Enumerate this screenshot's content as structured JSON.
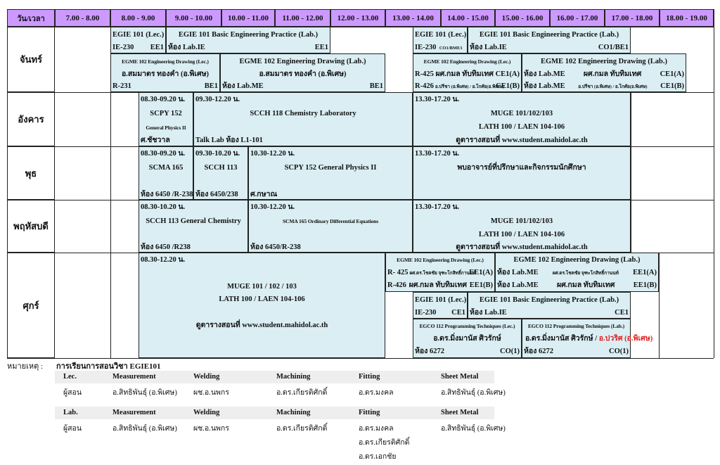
{
  "header": {
    "corner": "วัน/เวลา",
    "times": [
      "7.00 - 8.00",
      "8.00 - 9.00",
      "9.00 - 10.00",
      "10.00 - 11.00",
      "11.00 - 12.00",
      "12.00 - 13.00",
      "13.00 - 14.00",
      "14.00 - 15.00",
      "15.00 - 16.00",
      "16.00 - 17.00",
      "17.00 - 18.00",
      "18.00 - 19.00"
    ]
  },
  "days": [
    "จันทร์",
    "อังคาร",
    "พุธ",
    "พฤหัสบดี",
    "ศุกร์"
  ],
  "colors": {
    "header_bg": "#cc99ff",
    "block_bg": "#daeef3",
    "accent_red": "#e02020"
  },
  "blocks": [
    {
      "id": "mon-egie-lec",
      "lines": [
        {
          "l": "EGIE 101 (Lec.)"
        },
        {
          "l": "IE-230",
          "r": "EE1"
        }
      ]
    },
    {
      "id": "mon-egie-lab",
      "lines": [
        {
          "c": "EGIE 101 Basic Engineering Practice (Lab.)"
        },
        {
          "l": "ห้อง Lab.IE",
          "r": "EE1"
        }
      ]
    },
    {
      "id": "mon-egme-lec",
      "lines": [
        {
          "c": "EGME 102  Engineering Drawing (Lec.)"
        },
        {
          "c": "อ.สมมาตร ทองคำ (อ.พิเศษ)"
        },
        {
          "l": "R-231",
          "r": "BE1"
        }
      ]
    },
    {
      "id": "mon-egme-lab",
      "lines": [
        {
          "c": "EGME 102  Engineering Drawing (Lab.)"
        },
        {
          "c": "อ.สมมาตร ทองคำ (อ.พิเศษ)"
        },
        {
          "l": "ห้อง Lab.ME",
          "r": "BE1"
        }
      ]
    },
    {
      "id": "mon-egie-lec-pm",
      "lines": [
        {
          "l": "EGIE 101 (Lec.)"
        },
        {
          "l": "IE-230",
          "m": "CO1/BME1"
        }
      ]
    },
    {
      "id": "mon-egie-lab-pm",
      "lines": [
        {
          "c": "EGIE 101 Basic Engineering Practice (Lab.)"
        },
        {
          "l": "ห้อง Lab.IE",
          "r": "CO1/BE1"
        }
      ]
    },
    {
      "id": "mon-egme-lec-pm",
      "lines": [
        {
          "c": "EGME 102  Engineering Drawing (Lec.)"
        },
        {
          "l": "R-425",
          "c": "ผศ.กมล ทับทิมเทศ",
          "r": "CE1(A)"
        },
        {
          "l": "R-426",
          "m": "อ.ปรีชา (อ.พิเศษ) / อ.โกศัย(อ.พิเศษ)",
          "r": "CE1(B)"
        }
      ]
    },
    {
      "id": "mon-egme-lab-pm",
      "lines": [
        {
          "c": "EGME 102  Engineering Drawing (Lab.)"
        },
        {
          "l": "ห้อง Lab.ME",
          "c": "ผศ.กมล ทับทิมเทศ",
          "r": "CE1(A)"
        },
        {
          "l": "ห้อง Lab.ME",
          "m": "อ.ปรีชา (อ.พิเศษ) / อ.โกศัย(อ.พิเศษ)",
          "r": "CE1(B)"
        }
      ]
    },
    {
      "id": "tue-scpy",
      "lines": [
        {
          "l": "08.30-09.20 น."
        },
        {
          "c": "SCPY 152"
        },
        {
          "c": "General Physics II"
        },
        {
          "l": "ศ.ชัชวาล"
        }
      ]
    },
    {
      "id": "tue-scch",
      "lines": [
        {
          "l": "09.30-12.20 น."
        },
        {
          "c": "SCCH 118  Chemistry Laboratory"
        },
        {
          "l": "Talk Lab ห้อง L1-101"
        }
      ]
    },
    {
      "id": "tue-muge",
      "lines": [
        {
          "l": "13.30-17.20 น."
        },
        {
          "c": "MUGE 101/102/103"
        },
        {
          "c": "LATH 100 / LAEN 104-106"
        },
        {
          "c": "ดูตารางสอนที่ www.student.mahidol.ac.th"
        }
      ]
    },
    {
      "id": "wed-scma",
      "lines": [
        {
          "l": "08.30-09.20 น."
        },
        {
          "c": "SCMA 165"
        },
        {
          "l": "ห้อง 6450 /R-238"
        }
      ]
    },
    {
      "id": "wed-scch",
      "lines": [
        {
          "l": "09.30-10.20 น."
        },
        {
          "c": "SCCH  113"
        },
        {
          "l": "ห้อง 6450/238"
        }
      ]
    },
    {
      "id": "wed-scpy",
      "lines": [
        {
          "l": "10.30-12.20 น."
        },
        {
          "c": "SCPY 152 General Physics II"
        },
        {
          "l": "ศ.กษาณ"
        }
      ]
    },
    {
      "id": "wed-advisor",
      "lines": [
        {
          "l": "13.30-17.20 น."
        },
        {
          "c": "พบอาจารย์ที่ปรึกษาและกิจกรรมนักศึกษา"
        }
      ]
    },
    {
      "id": "thu-scch",
      "lines": [
        {
          "l": "08.30-10.20 น."
        },
        {
          "c": "SCCH 113 General Chemistry"
        },
        {
          "l": "ห้อง 6450 /R238"
        }
      ]
    },
    {
      "id": "thu-scma",
      "lines": [
        {
          "l": "10.30-12.20 น."
        },
        {
          "c": "SCMA 165 Ordinary Differential Equations"
        },
        {
          "l": "ห้อง 6450/R-238"
        }
      ]
    },
    {
      "id": "thu-muge",
      "lines": [
        {
          "l": "13.30-17.20 น."
        },
        {
          "c": "MUGE 101/102/103"
        },
        {
          "c": "LATH 100 / LAEN 104-106"
        },
        {
          "c": "ดูตารางสอนที่ www.student.mahidol.ac.th"
        }
      ]
    },
    {
      "id": "fri-muge",
      "lines": [
        {
          "l": "08.30-12.20 น."
        },
        {
          "c": "MUGE 101 / 102 / 103"
        },
        {
          "c": "LATH 100 / LAEN 104-106"
        },
        {
          "c": "ดูตารางสอนที่ www.student.mahidol.ac.th"
        }
      ]
    },
    {
      "id": "fri-egme-lec",
      "lines": [
        {
          "c": "EGME 102  Engineering Drawing (Lec.)"
        },
        {
          "l": "R- 425",
          "m": "ผศ.ดร.โชคชัย จุฑะโกสิทธิ์กานนท์",
          "r": "EE1(A)"
        },
        {
          "l": "R-426",
          "c": "ผศ.กมล ทับทิมเทศ",
          "r": "EE1(B)"
        }
      ]
    },
    {
      "id": "fri-egme-lab",
      "lines": [
        {
          "c": "EGME 102  Engineering Drawing (Lab.)"
        },
        {
          "l": "ห้อง Lab.ME",
          "m": "ผศ.ดร.โชคชัย จุฑะโกสิทธิ์กานนท์",
          "r": "EE1(A)"
        },
        {
          "l": "ห้อง Lab.ME",
          "c": "ผศ.กมล ทับทิมเทศ",
          "r": "EE1(B)"
        }
      ]
    },
    {
      "id": "fri-egie-lec",
      "lines": [
        {
          "l": "EGIE 101 (Lec.)"
        },
        {
          "l": "IE-230",
          "r": "CE1"
        }
      ]
    },
    {
      "id": "fri-egie-lab",
      "lines": [
        {
          "c": "EGIE 101 Basic Engineering Practice (Lab.)"
        },
        {
          "l": "ห้อง Lab.IE",
          "r": "CE1"
        }
      ]
    },
    {
      "id": "fri-egco-lec",
      "lines": [
        {
          "c": "EGCO 112 Programming  Techniques (Lec.)"
        },
        {
          "c": "อ.ดร.มิ่งมานัส ศิวรักษ์"
        },
        {
          "l": "ห้อง 6272",
          "r": "CO(1)"
        }
      ]
    },
    {
      "id": "fri-egco-lab",
      "lines": [
        {
          "c": "EGCO 112 Programming  Techniques (Lab.)"
        },
        {
          "c": "อ.ดร.มิ่งมานัส ศิวรักษ์ / ",
          "red": "อ.ปวริศ (อ.พิเศษ)"
        },
        {
          "l": "ห้อง 6272",
          "r": "CO(1)"
        }
      ]
    }
  ],
  "notes": {
    "label": "หมายเหตุ :",
    "title": "การเรียนการสอนวิชา EGIE101",
    "tables": [
      {
        "kind": "Lec.",
        "columns": [
          "Measurement",
          "Welding",
          "Machining",
          "Fitting",
          "Sheet Metal"
        ],
        "row_label": "ผู้สอน",
        "teachers": [
          [
            "อ.สิทธิพันธุ์ (อ.พิเศษ)"
          ],
          [
            "ผช.อ.นพกร"
          ],
          [
            "อ.ดร.เกียรติศักดิ์"
          ],
          [
            "อ.ดร.มงคล"
          ],
          [
            "อ.สิทธิพันธุ์ (อ.พิเศษ)"
          ]
        ]
      },
      {
        "kind": "Lab.",
        "columns": [
          "Measurement",
          "Welding",
          "Machining",
          "Fitting",
          "Sheet Metal"
        ],
        "row_label": "ผู้สอน",
        "teachers": [
          [
            "อ.สิทธิพันธุ์ (อ.พิเศษ)"
          ],
          [
            "ผช.อ.นพกร"
          ],
          [
            "อ.ดร.เกียรติศักดิ์"
          ],
          [
            "อ.ดร.มงคล",
            "อ.ดร.เกียรติศักดิ์",
            "อ.ดร.เอกชัย"
          ],
          [
            "อ.สิทธิพันธุ์ (อ.พิเศษ)"
          ]
        ]
      }
    ]
  }
}
